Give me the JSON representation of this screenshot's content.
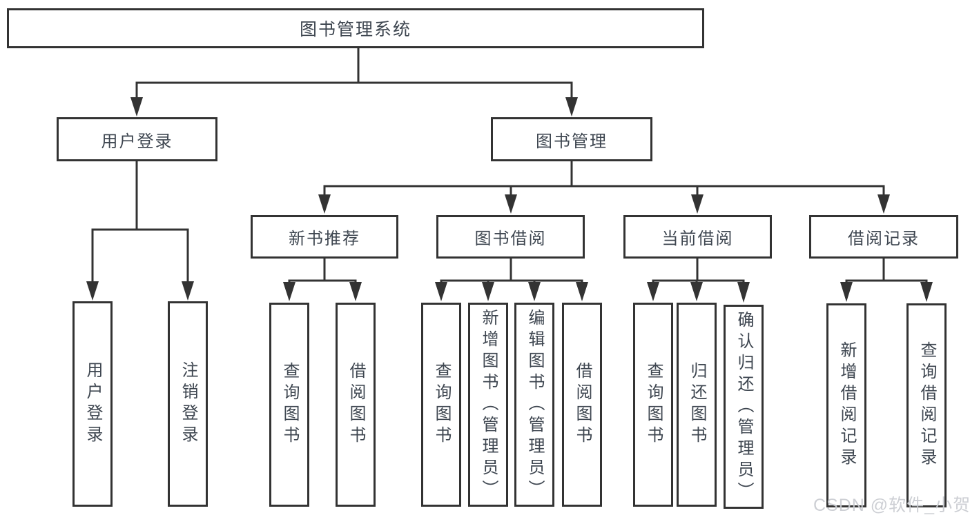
{
  "nodes": {
    "root": "图书管理系统",
    "user_login": "用户登录",
    "book_management": "图书管理",
    "new_book_recommend": "新书推荐",
    "book_borrow": "图书借阅",
    "current_borrow": "当前借阅",
    "borrow_records": "借阅记录"
  },
  "leaves": {
    "user_login": [
      "用户登录",
      "注销登录"
    ],
    "new_book_recommend": [
      "查询图书",
      "借阅图书"
    ],
    "book_borrow": [
      "查询图书",
      "新增图书（管理员）",
      "编辑图书（管理员）",
      "借阅图书"
    ],
    "current_borrow": [
      "查询图书",
      "归还图书",
      "确认归还（管理员）"
    ],
    "borrow_records": [
      "新增借阅记录",
      "查询借阅记录"
    ]
  },
  "watermark": "CSDN @软件_小贺同学",
  "colors": {
    "line": "#333333",
    "text": "#3e4650",
    "watermark": "#c9ccd1",
    "background": "#ffffff"
  }
}
